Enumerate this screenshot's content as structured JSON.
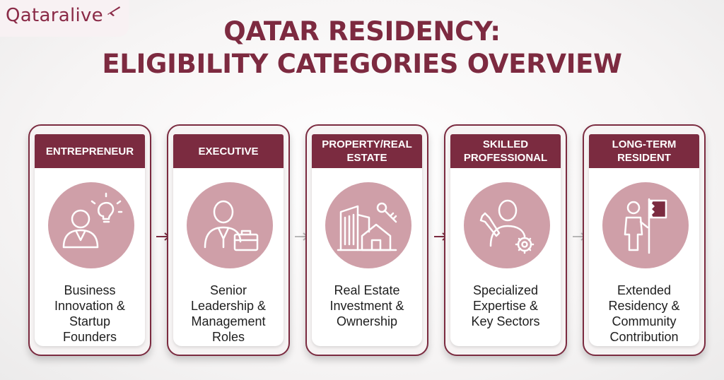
{
  "brand": {
    "logo_text": "Qataralive",
    "logo_icon": "airplane-icon",
    "accent_color": "#7b2b40",
    "circle_color": "#cf9fa8"
  },
  "title": {
    "line1": "QATAR RESIDENCY:",
    "line2": "ELIGIBILITY CATEGORIES OVERVIEW"
  },
  "categories": [
    {
      "header": "ENTREPRENEUR",
      "icon": "entrepreneur-lightbulb-icon",
      "description": "Business\nInnovation &\nStartup\nFounders"
    },
    {
      "header": "EXECUTIVE",
      "icon": "executive-briefcase-icon",
      "description": "Senior\nLeadership &\nManagement\nRoles"
    },
    {
      "header": "PROPERTY/REAL\nESTATE",
      "icon": "building-house-key-icon",
      "description": "Real Estate\nInvestment &\nOwnership"
    },
    {
      "header": "SKILLED\nPROFESSIONAL",
      "icon": "wrench-gear-person-icon",
      "description": "Specialized\nExpertise &\nKey Sectors"
    },
    {
      "header": "LONG-TERM\nRESIDENT",
      "icon": "person-flag-icon",
      "description": "Extended\nResidency &\nCommunity\nContribution"
    }
  ]
}
